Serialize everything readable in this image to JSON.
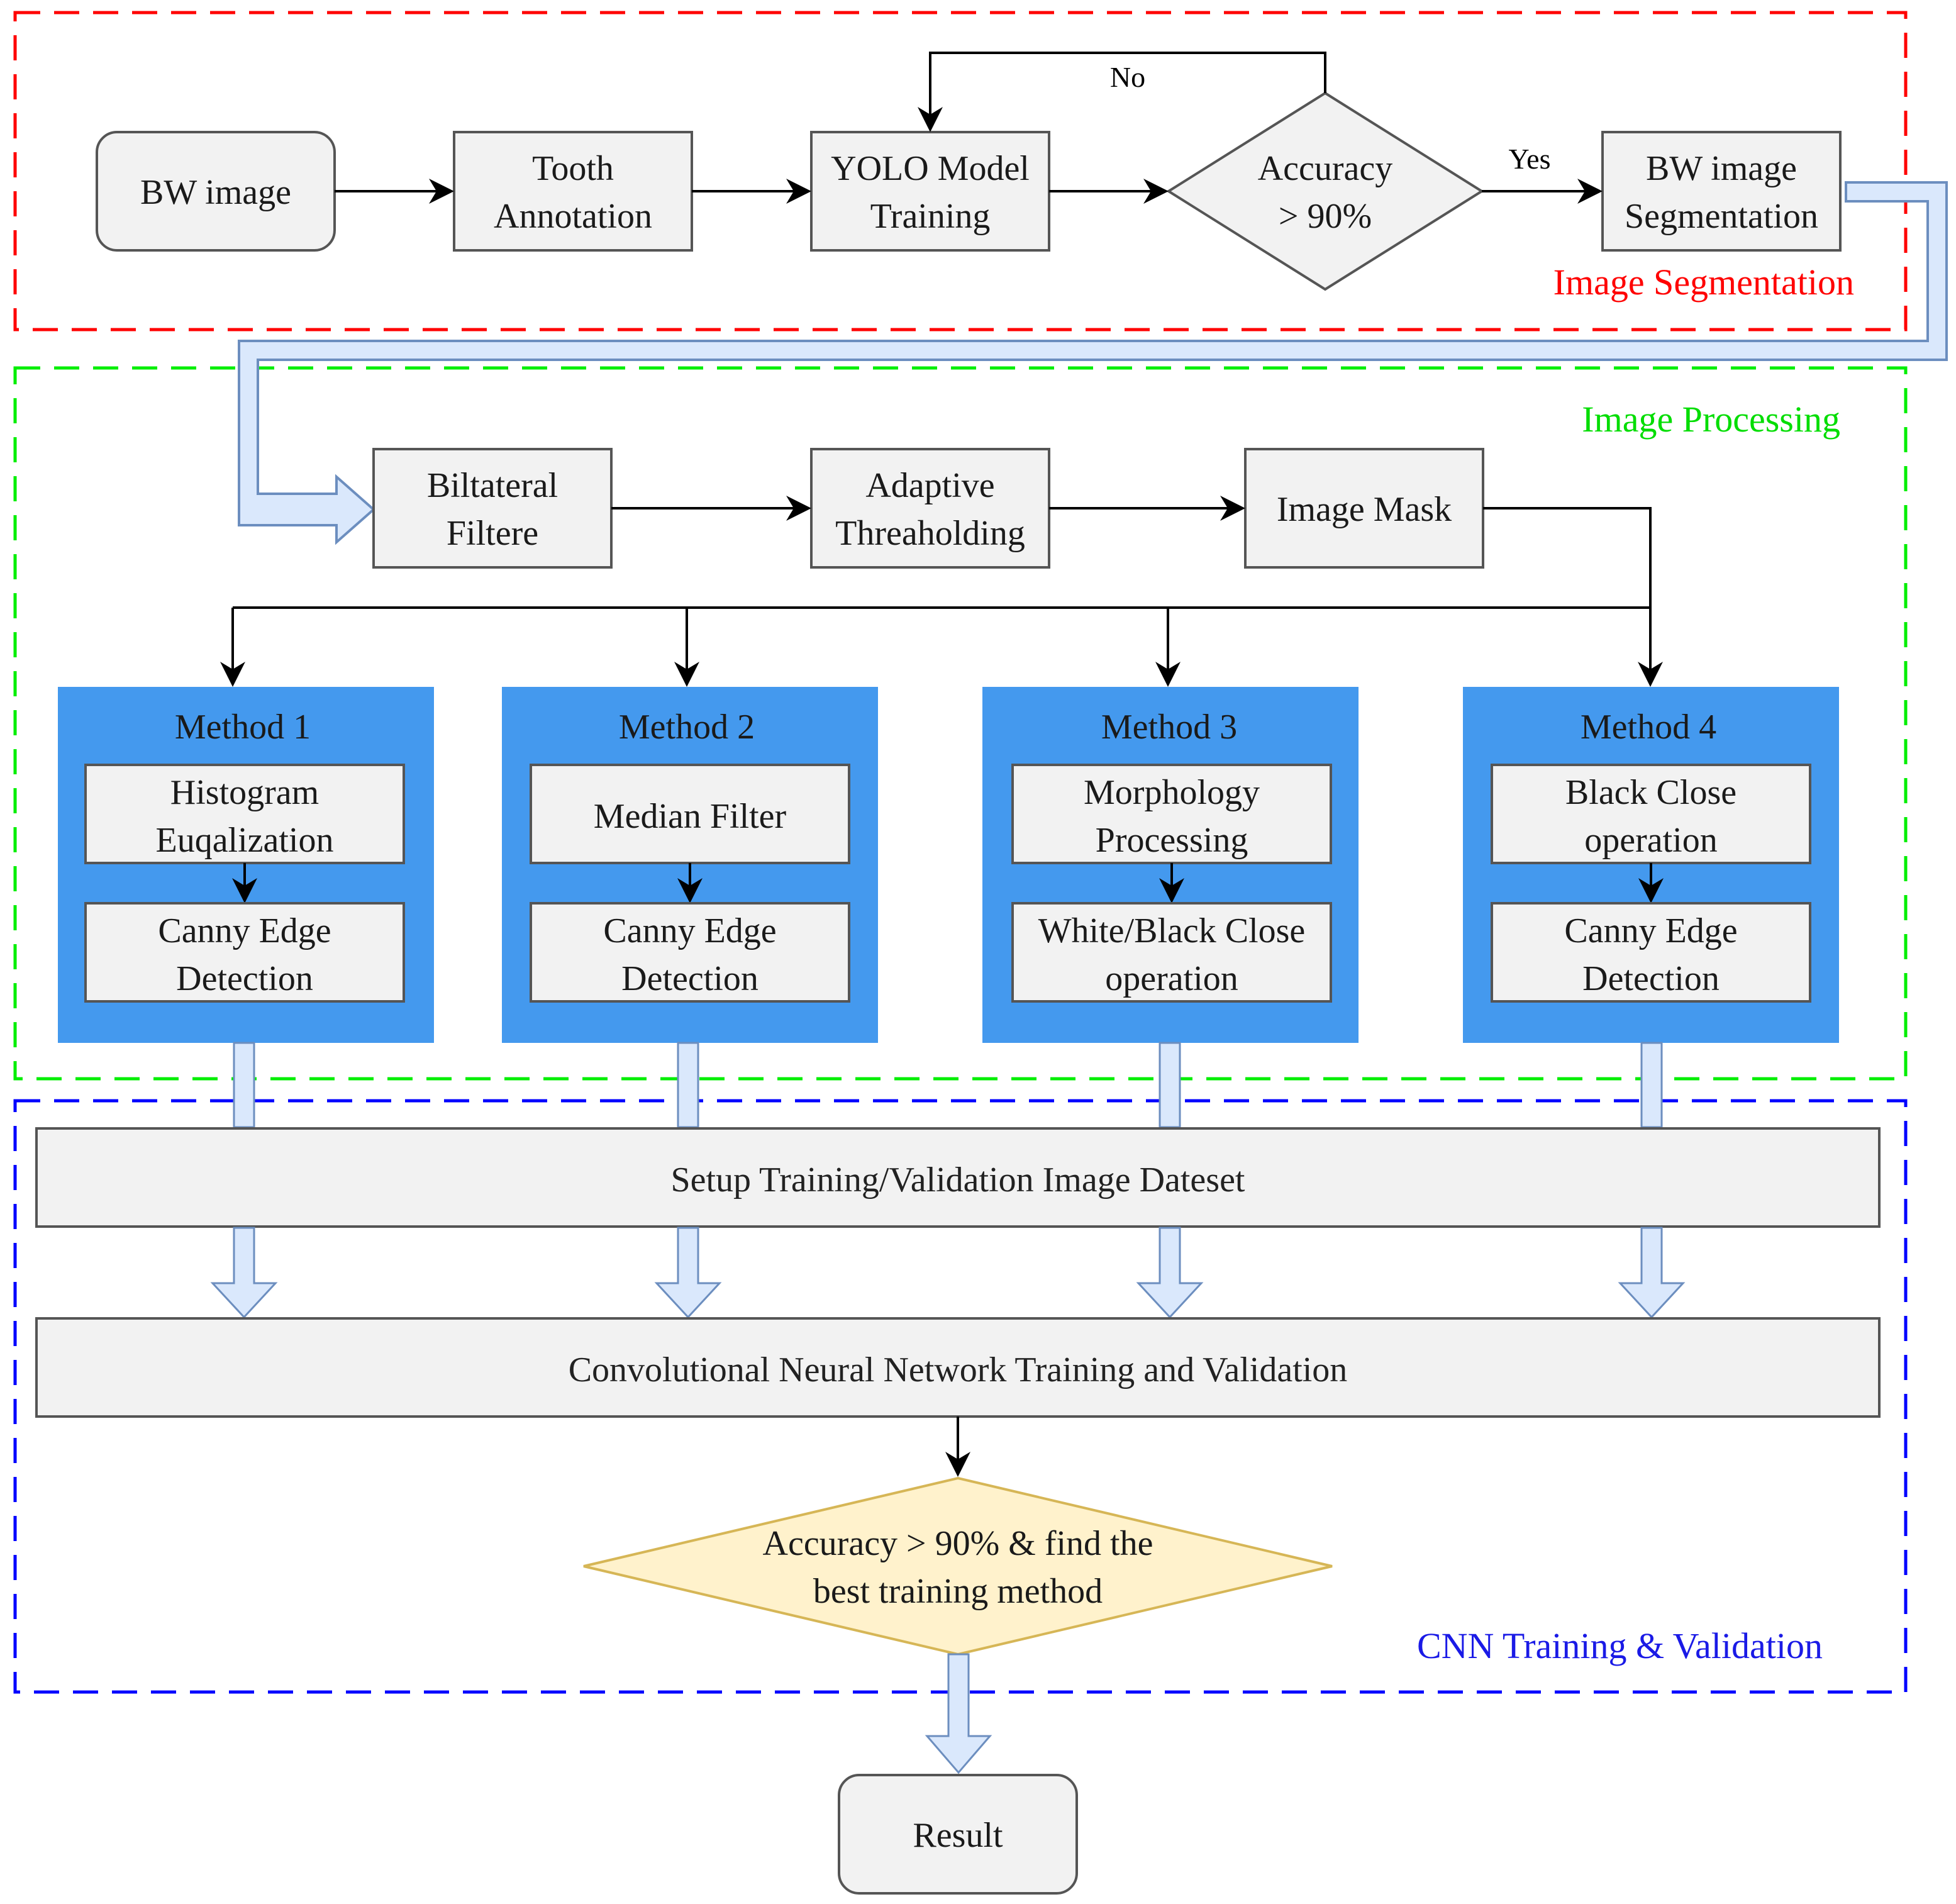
{
  "colors": {
    "segmentation_border": "#ff0000",
    "processing_border": "#00ee00",
    "cnn_border": "#0000ff",
    "box_fill": "#f2f2f2",
    "box_stroke": "#555555",
    "method_fill": "#4499ee",
    "thick_arrow_fill": "#dae8fc",
    "thick_arrow_stroke": "#6c8ebf",
    "decision_final_fill": "#fff2cc",
    "decision_final_stroke": "#d6b656"
  },
  "sections": {
    "segmentation": "Image Segmentation",
    "processing": "Image Processing",
    "cnn": "CNN Training & Validation"
  },
  "segmentation": {
    "bw_image": "BW image",
    "tooth_annotation": [
      "Tooth",
      "Annotation"
    ],
    "yolo_training": [
      "YOLO Model",
      "Training"
    ],
    "accuracy_decision": [
      "Accuracy",
      "> 90%"
    ],
    "bw_segmentation": [
      "BW image",
      "Segmentation"
    ],
    "label_no": "No",
    "label_yes": "Yes"
  },
  "processing": {
    "bilateral": [
      "Biltateral",
      "Filtere"
    ],
    "adaptive": [
      "Adaptive",
      "Threaholding"
    ],
    "mask": "Image Mask"
  },
  "methods": [
    {
      "title": "Method 1",
      "step1": [
        "Histogram",
        "Euqalization"
      ],
      "step2": [
        "Canny Edge",
        "Detection"
      ]
    },
    {
      "title": "Method 2",
      "step1": [
        "Median Filter"
      ],
      "step2": [
        "Canny Edge",
        "Detection"
      ]
    },
    {
      "title": "Method 3",
      "step1": [
        "Morphology",
        "Processing"
      ],
      "step2": [
        "White/Black Close",
        "operation"
      ]
    },
    {
      "title": "Method 4",
      "step1": [
        "Black Close",
        "operation"
      ],
      "step2": [
        "Canny Edge",
        "Detection"
      ]
    }
  ],
  "cnn": {
    "dataset": "Setup Training/Validation Image Dateset",
    "training": "Convolutional Neural Network Training and Validation",
    "final_decision": [
      "Accuracy > 90% & find the",
      "best training method"
    ]
  },
  "result": "Result"
}
